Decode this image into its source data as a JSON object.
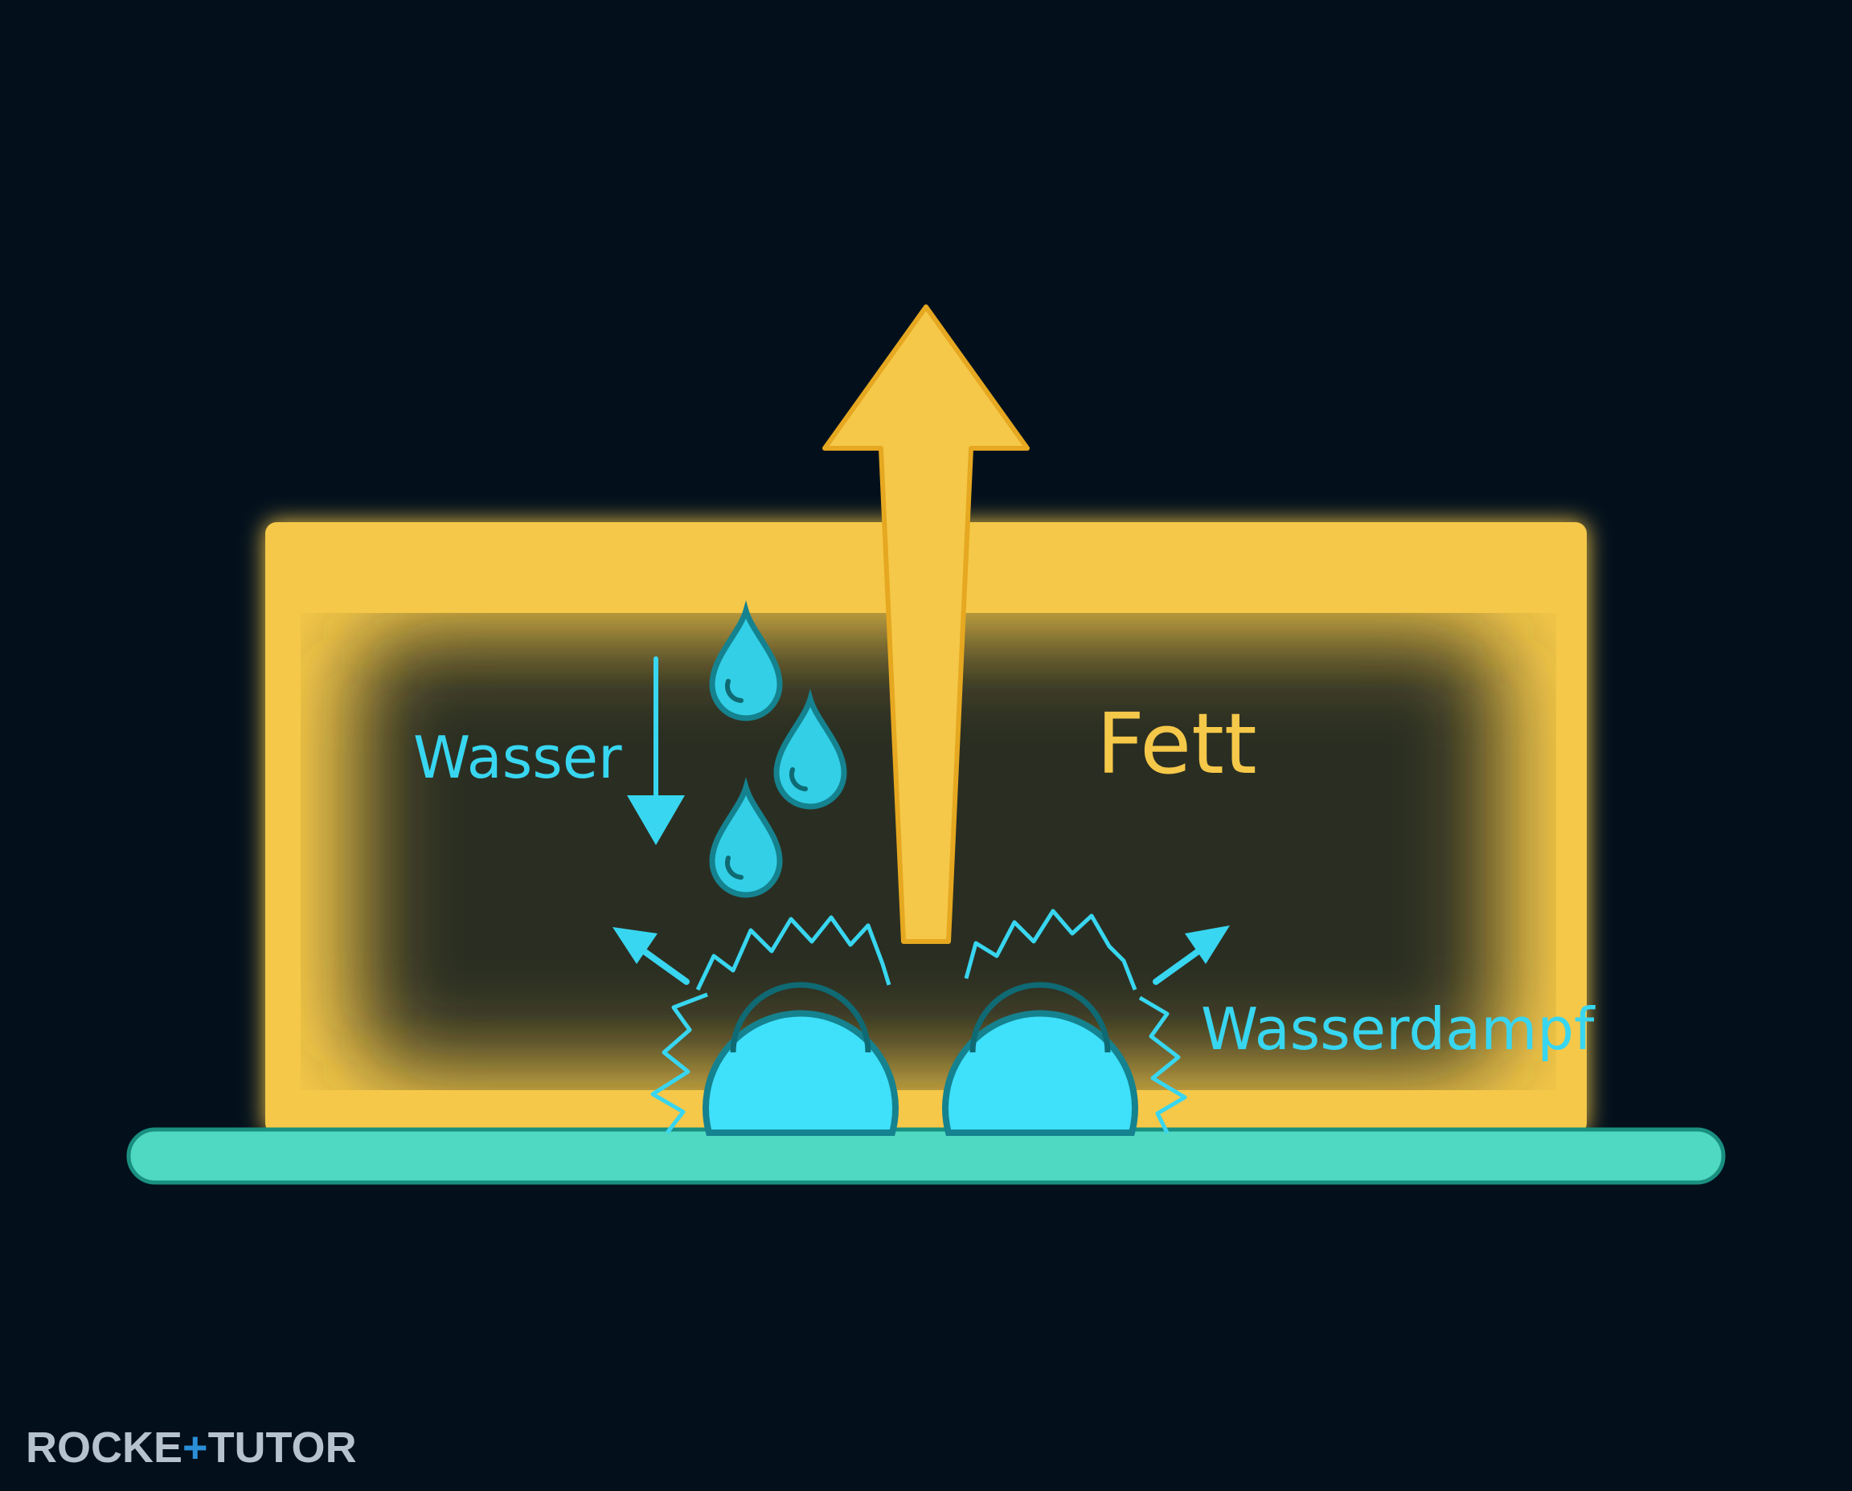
{
  "labels": {
    "wasser": "Wasser",
    "fett": "Fett",
    "wasserdampf": "Wasserdampf"
  },
  "logo": {
    "text": "ROCKETTUTOR",
    "part1": "ROCKE",
    "part2": "TUTO",
    "part3": "R"
  },
  "colors": {
    "background": "#03101c",
    "fat_block": "#f5c84a",
    "arrow": "#f5c84a",
    "water": "#38d6f0",
    "bubble": "#3ee0fa",
    "pan": "#4fd9c2",
    "logo": "#b6c3cf"
  },
  "icons": {
    "droplets": [
      "water-drop-icon",
      "water-drop-icon",
      "water-drop-icon"
    ],
    "bubbles": [
      "steam-bubble-icon",
      "steam-bubble-icon"
    ]
  }
}
